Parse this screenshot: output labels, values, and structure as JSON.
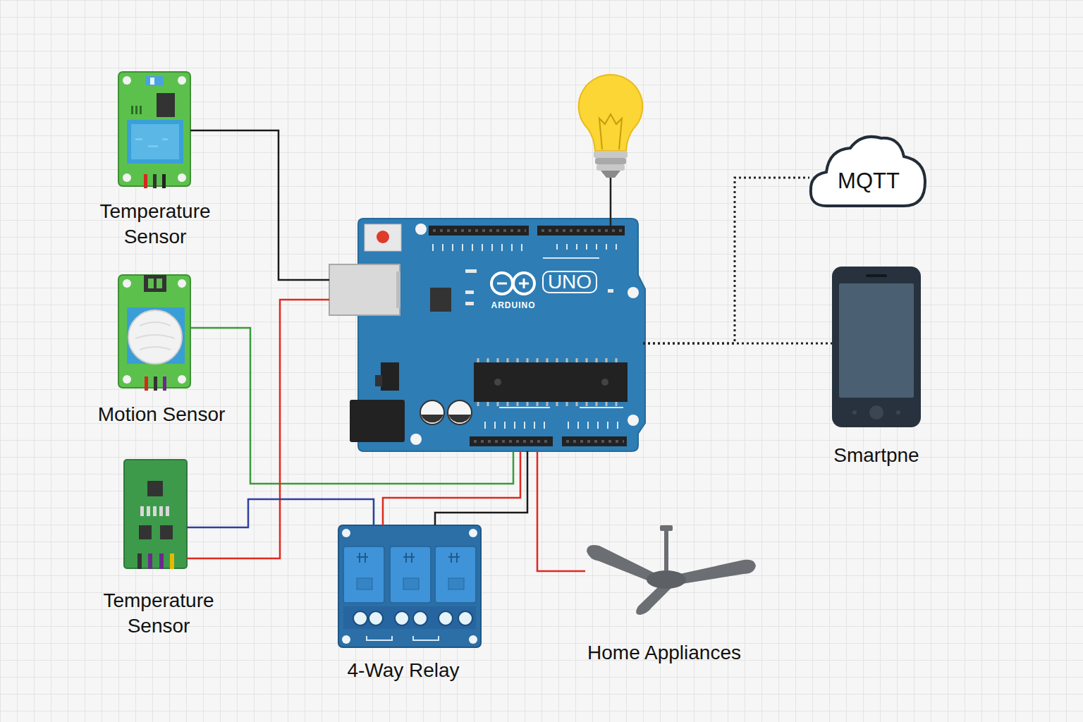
{
  "diagram": {
    "nodes": [
      {
        "text": [
          "Temperature Sensor"
        ]
      },
      {
        "text": [
          "Motion Sensor"
        ]
      },
      {
        "text": [
          "Temperature Sensor"
        ]
      },
      {
        "text": [
          "UNO",
          "ARDUINO"
        ]
      },
      {
        "text": [
          "MQTT"
        ]
      },
      {
        "text": [
          "Smartpne"
        ]
      },
      {
        "text": [
          "4-Way Relay"
        ]
      },
      {
        "text": [
          "Home Appliances"
        ]
      }
    ],
    "edges": [
      {
        "from": 0,
        "to": 3,
        "arrow": "none"
      },
      {
        "from": 1,
        "to": 3,
        "arrow": "none"
      },
      {
        "from": 2,
        "to": 3,
        "arrow": "none"
      },
      {
        "from": 2,
        "to": 6,
        "arrow": "none"
      },
      {
        "from": 3,
        "to": 6,
        "arrow": "none"
      },
      {
        "from": 3,
        "to": 6,
        "arrow": "none"
      },
      {
        "from": 3,
        "to": 7,
        "arrow": "none"
      },
      {
        "from": 3,
        "to": 4,
        "arrow": "none"
      },
      {
        "from": 3,
        "to": 5,
        "arrow": "none"
      }
    ]
  }
}
